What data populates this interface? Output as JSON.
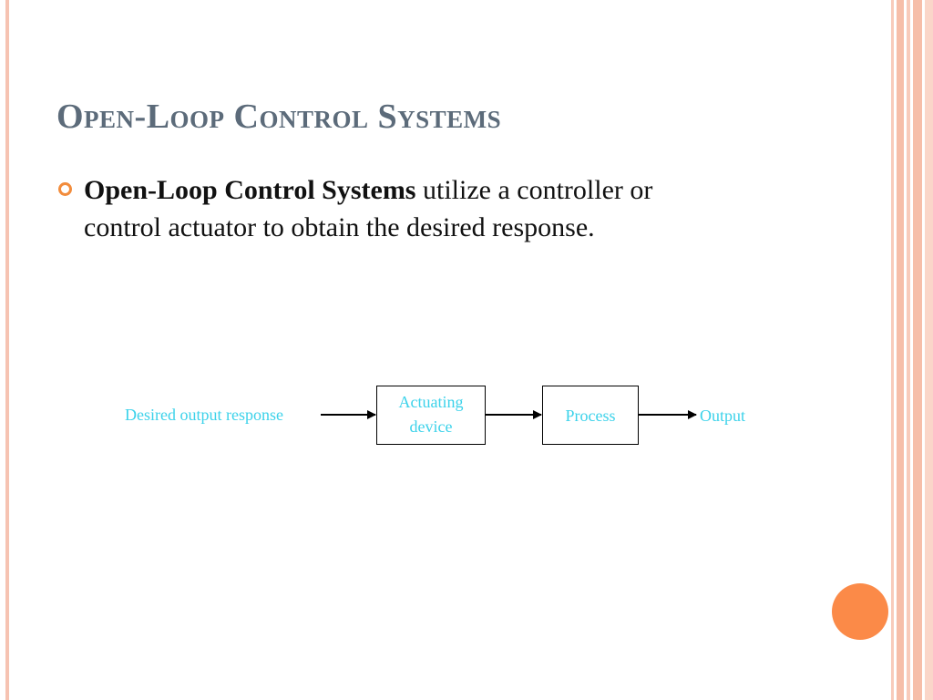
{
  "slide": {
    "title": "Open-Loop Control Systems",
    "bullet": {
      "bold": "Open-Loop Control Systems",
      "rest": " utilize a controller or control actuator to obtain the desired response."
    }
  },
  "diagram": {
    "input_label": "Desired output response",
    "blocks": [
      {
        "line1": "Actuating",
        "line2": "device"
      },
      {
        "line1": "Process"
      }
    ],
    "output_label": "Output"
  },
  "colors": {
    "accent": "#f28c3c",
    "title": "#5c6b7a",
    "diagram_text": "#3cd2ea",
    "decor_circle": "#fb8a48",
    "stripe": "#f6bea9"
  }
}
